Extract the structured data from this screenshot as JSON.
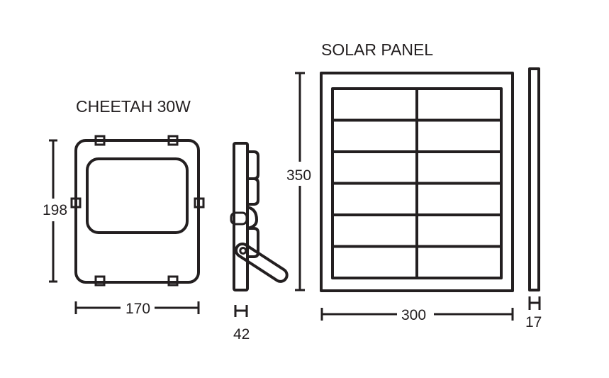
{
  "floodlight": {
    "title": "CHEETAH 30W",
    "height_label": "198",
    "width_label": "170",
    "depth_label": "42"
  },
  "solar_panel": {
    "title": "SOLAR PANEL",
    "height_label": "350",
    "width_label": "300",
    "thickness_label": "17",
    "cell_rows": 6,
    "cell_cols": 2
  },
  "colors": {
    "line": "#231f20",
    "background": "#ffffff"
  }
}
